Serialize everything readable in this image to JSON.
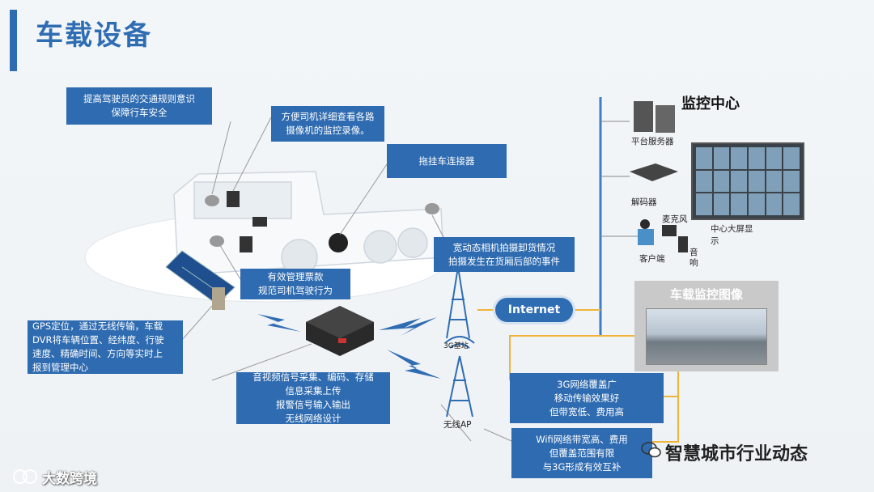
{
  "page_title": "车载设备",
  "boxes": {
    "driver_rules": [
      "提高驾驶员的交通规则意识",
      "保障行车安全"
    ],
    "camera_view": [
      "方便司机详细查看各路",
      "摄像机的监控录像。"
    ],
    "trailer": [
      "拖挂车连接器"
    ],
    "tickets": [
      "有效管理票款",
      "规范司机驾驶行为"
    ],
    "wide_camera": [
      "宽动态相机拍摄卸货情况",
      "拍摄发生在货厢后部的事件"
    ],
    "gps": [
      "GPS定位，通过无线传输，车载",
      "DVR将车辆位置、经纬度、行驶",
      "速度、精确时间、方向等实时上",
      "报到管理中心"
    ],
    "av_collect": [
      "音视频信号采集、编码、存储",
      "信息采集上传",
      "报警信号输入输出",
      "无线网络设计"
    ],
    "coverage_3g": [
      "3G网络覆盖广",
      "移动传输效果好",
      "但带宽低、费用高"
    ],
    "wifi": [
      "Wifi网络带宽高、费用",
      "但覆盖范围有限",
      "与3G形成有效互补"
    ]
  },
  "labels": {
    "monitor_center": "监控中心",
    "platform_server": "平台服务器",
    "decoder": "解码器",
    "microphone": "麦克风",
    "client": "客户端",
    "speaker": "音响",
    "big_screen": [
      "中心大屏显",
      "示"
    ],
    "internet": "Internet",
    "base_3g": "3G基站",
    "wireless_ap": "无线AP",
    "vehicle_monitor_image": "车载监控图像"
  },
  "watermark": "智慧城市行业动态",
  "brand": "大数跨境",
  "colors": {
    "accent": "#2f6db3",
    "box_blue": "#2e6bb0",
    "connector": "#f0b43a",
    "bus_line": "#3a7fc8"
  }
}
